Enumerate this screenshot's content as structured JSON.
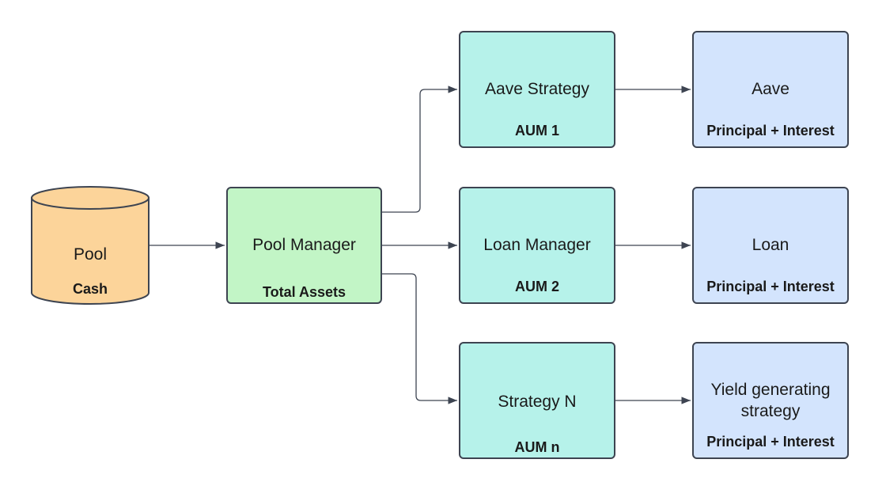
{
  "pool": {
    "title": "Pool",
    "subtitle": "Cash",
    "color": "#fcd49a"
  },
  "pool_manager": {
    "title": "Pool Manager",
    "subtitle": "Total Assets",
    "color": "#c2f5c6"
  },
  "strategies": [
    {
      "title": "Aave Strategy",
      "subtitle": "AUM 1"
    },
    {
      "title": "Loan Manager",
      "subtitle": "AUM 2"
    },
    {
      "title": "Strategy N",
      "subtitle": "AUM n"
    }
  ],
  "destinations": [
    {
      "title": "Aave",
      "subtitle": "Principal + Interest"
    },
    {
      "title": "Loan",
      "subtitle": "Principal + Interest"
    },
    {
      "title": "Yield generating strategy",
      "subtitle": "Principal + Interest"
    }
  ],
  "colors": {
    "strategy": "#b6f2ea",
    "destination": "#d3e4fd",
    "stroke": "#3d4451"
  }
}
